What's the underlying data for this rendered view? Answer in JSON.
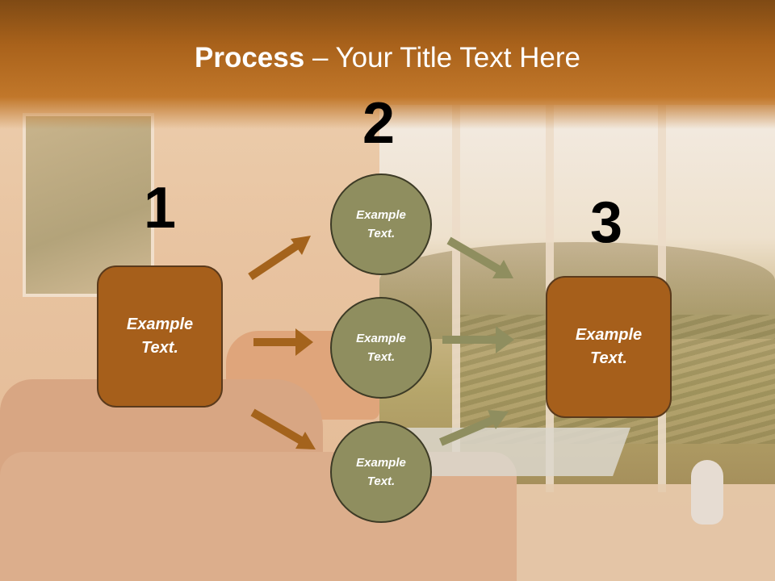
{
  "slide": {
    "title_bold": "Process",
    "title_rest": " – Your Title Text Here"
  },
  "steps": [
    {
      "number": "1",
      "text": "Example\nText."
    },
    {
      "number": "2",
      "text": "Example\nText."
    },
    {
      "number": "3",
      "text": "Example\nText."
    }
  ],
  "circles": [
    {
      "text": "Example\nText."
    },
    {
      "text": "Example\nText."
    },
    {
      "text": "Example\nText."
    }
  ],
  "colors": {
    "header": "#a9621b",
    "box_fill": "#a65f1b",
    "circle_fill": "#8f8e5f",
    "arrow_brown": "#a4631c",
    "arrow_olive": "#8f8e5f"
  }
}
